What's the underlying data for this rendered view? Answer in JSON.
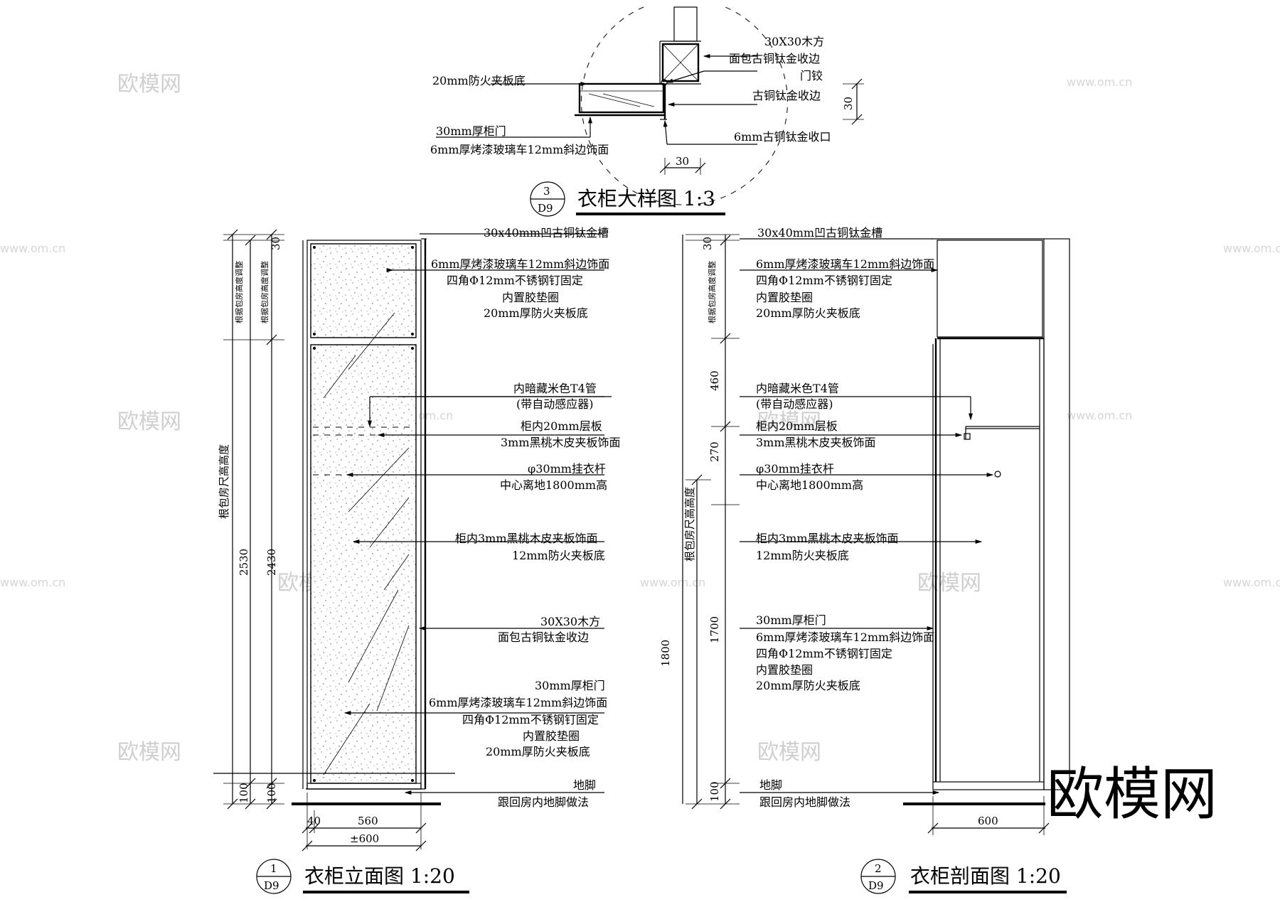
{
  "watermark": {
    "logo": "欧模网",
    "url": "www.om.cn"
  },
  "detail": {
    "title": "衣柜大样图 1:3",
    "ref_num": "3",
    "ref_sheet": "D9",
    "labels": {
      "fire_board": "20mm防火夹板底",
      "wood_square_1": "30X30木方",
      "wood_square_2": "面包古铜钛金收边",
      "hinge": "门铰",
      "bronze_edge": "古铜钛金收边",
      "bronze_trim": "6mm古铜钛金收口",
      "door_1": "30mm厚柜门",
      "door_2": "6mm厚烤漆玻璃车12mm斜边饰面"
    },
    "dims": {
      "d30_v": "30",
      "d30_h": "30"
    }
  },
  "elevation": {
    "title": "衣柜立面图 1:20",
    "ref_num": "1",
    "ref_sheet": "D9",
    "vertical_labels": {
      "room_height": "根包房尺高高度",
      "adj1": "根据包房高度调整",
      "adj2": "根据包房高度调整"
    },
    "dims": {
      "total": "2530",
      "inner": "2430",
      "top": "30",
      "base": "100",
      "base2": "100",
      "w40": "40",
      "w560": "560",
      "w600": "±600"
    },
    "labels": {
      "groove": "30x40mm凹古铜钛金槽",
      "glass_a1": "6mm厚烤漆玻璃车12mm斜边饰面",
      "glass_a2": "四角Φ12mm不锈钢钉固定",
      "glass_a3": "内置胶垫圈",
      "glass_a4": "20mm厚防火夹板底",
      "t4_1": "内暗藏米色T4管",
      "t4_2": "(带自动感应器)",
      "shelf_1": "柜内20mm层板",
      "shelf_2": "3mm黑桃木皮夹板饰面",
      "rod_1": "φ30mm挂衣杆",
      "rod_2": "中心离地1800mm高",
      "veneer_1": "柜内3mm黑桃木皮夹板饰面",
      "veneer_2": "12mm防火夹板底",
      "wood_1": "30X30木方",
      "wood_2": "面包古铜钛金收边",
      "door_1": "30mm厚柜门",
      "door_2": "6mm厚烤漆玻璃车12mm斜边饰面",
      "door_3": "四角Φ12mm不锈钢钉固定",
      "door_4": "内置胶垫圈",
      "door_5": "20mm厚防火夹板底",
      "base_1": "地脚",
      "base_2": "跟回房内地脚做法"
    }
  },
  "section": {
    "title": "衣柜剖面图 1:20",
    "ref_num": "2",
    "ref_sheet": "D9",
    "vertical_labels": {
      "room_height": "根包房尺高高度",
      "adj": "根据包房高度调整"
    },
    "dims": {
      "d1800": "1800",
      "d30": "30",
      "d460": "460",
      "d270": "270",
      "d1700": "1700",
      "d100": "100",
      "w600": "600"
    },
    "labels": {
      "groove": "30x40mm凹古铜钛金槽",
      "glass_a1": "6mm厚烤漆玻璃车12mm斜边饰面",
      "glass_a2": "四角Φ12mm不锈钢钉固定",
      "glass_a3": "内置胶垫圈",
      "glass_a4": "20mm厚防火夹板底",
      "t4_1": "内暗藏米色T4管",
      "t4_2": "(带自动感应器)",
      "shelf_1": "柜内20mm层板",
      "shelf_2": "3mm黑桃木皮夹板饰面",
      "rod_1": "φ30mm挂衣杆",
      "rod_2": "中心离地1800mm高",
      "veneer_1": "柜内3mm黑桃木皮夹板饰面",
      "veneer_2": "12mm防火夹板底",
      "door_1": "30mm厚柜门",
      "door_2": "6mm厚烤漆玻璃车12mm斜边饰面",
      "door_3": "四角Φ12mm不锈钢钉固定",
      "door_4": "内置胶垫圈",
      "door_5": "20mm厚防火夹板底",
      "base_1": "地脚",
      "base_2": "跟回房内地脚做法"
    }
  }
}
